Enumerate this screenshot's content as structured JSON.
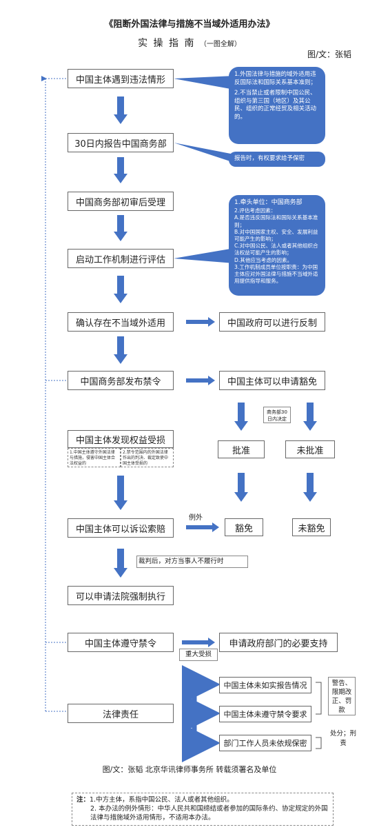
{
  "title": "《阻断外国法律与措施不当域外适用办法》",
  "subtitle": "实 操 指 南",
  "subtitle_small": "（一图全解）",
  "author": "图/文：张韬",
  "main_steps": [
    "中国主体遇到违法情形",
    "30日内报告中国商务部",
    "中国商务部初审后受理",
    "启动工作机制进行评估",
    "确认存在不当域外适用",
    "中国商务部发布禁令",
    "中国主体发现权益受损",
    "中国主体可以诉讼索赔",
    "可以申请法院强制执行",
    "中国主体遵守禁令",
    "法律责任"
  ],
  "right_boxes": {
    "countermeasure": "中国政府可以进行反制",
    "exemption_apply": "中国主体可以申请豁免",
    "approved": "批准",
    "not_approved": "未批准",
    "exempt": "豁免",
    "not_exempt": "未豁免",
    "support": "申请政府部门的必要支持"
  },
  "bubbles": {
    "criteria": [
      "1.外国法律与措施的域外适用违反国际法和国际关系基本准则；",
      "2.不当禁止或者限制中国公民、组织与第三国（地区）及其公民、组织的正常经贸及相关活动的。"
    ],
    "confidential": "报告时，有权要求给予保密",
    "mechanism": [
      "1.牵头单位：中国商务部",
      "2.评估考虑因素：",
      "A.是否违反国际法和国际关系基本准则；",
      "B.对中国国家主权、安全、发展利益可能产生的影响；",
      "C.对中国公民、法人或者其他组织合法权益可能产生的影响；",
      "D.其他应当考虑的因素。",
      "3.工作机制成员单位按职责：为中国主体应对外国法律与措施不当域外适用提供指导和服务。"
    ]
  },
  "labels": {
    "mofcom_30": "商务部30日内决定",
    "exception": "例外",
    "after_judgment": "裁判后，对方当事人不履行时",
    "major_loss": "重大受损"
  },
  "damage_notes": [
    "1.中国主体遵守外国法律与措施，侵害中国主体合法权益的",
    "2.禁令范围内的外国法律作出的判决、裁定致使中国主体受损的"
  ],
  "liability_items": [
    "中国主体未如实报告情况",
    "中国主体未遵守禁令要求",
    "部门工作人员未依规保密"
  ],
  "penalties": {
    "first": "警告、限期改正、罚款",
    "second": "处分；刑责"
  },
  "footer": "图/文：张韬  北京华讯律师事务所  转载须署名及单位",
  "notes": {
    "label": "注：",
    "items": [
      "1.中方主体，系指中国公民、法人或者其他组织。",
      "2. 本办法的例外情形：中华人民共和国缔结或者参加的国际条约、协定规定的外国法律与措施域外适用情形，不适用本办法。"
    ]
  },
  "colors": {
    "arrow": "#4472c4",
    "bubble": "#4472c4",
    "dotted": "#4472c4"
  }
}
